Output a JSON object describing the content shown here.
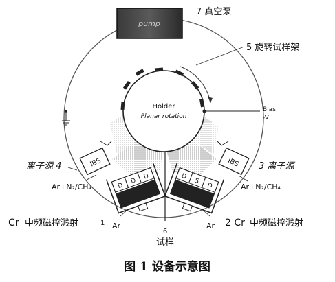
{
  "pump": {
    "text": "pump"
  },
  "label_vacuum_pump": "7 真空泵",
  "label_rotating_holder": "5 旋转试样架",
  "holder": {
    "title": "Holder",
    "subtitle": "Planar rotation"
  },
  "bias": {
    "line1": "Bias",
    "line2": "-V"
  },
  "ion_source_left": {
    "box": "IBS",
    "label": "离子源 4",
    "gas": "Ar+N₂/CH₄"
  },
  "ion_source_right": {
    "box": "IBS",
    "label": "3 离子源",
    "gas": "Ar+N₂/CH₄"
  },
  "sputter_left": {
    "letters": [
      "D",
      "D",
      "D"
    ],
    "gas": "Ar",
    "label_prefix": "Cr",
    "label": "中频磁控溅射",
    "number": "1"
  },
  "sputter_right": {
    "letters": [
      "D",
      "S",
      "D"
    ],
    "gas": "Ar",
    "label_prefix": "2 Cr",
    "label": "中频磁控溅射"
  },
  "sample": {
    "number": "6",
    "label": "试样"
  },
  "caption": "图 1   设备示意图"
}
